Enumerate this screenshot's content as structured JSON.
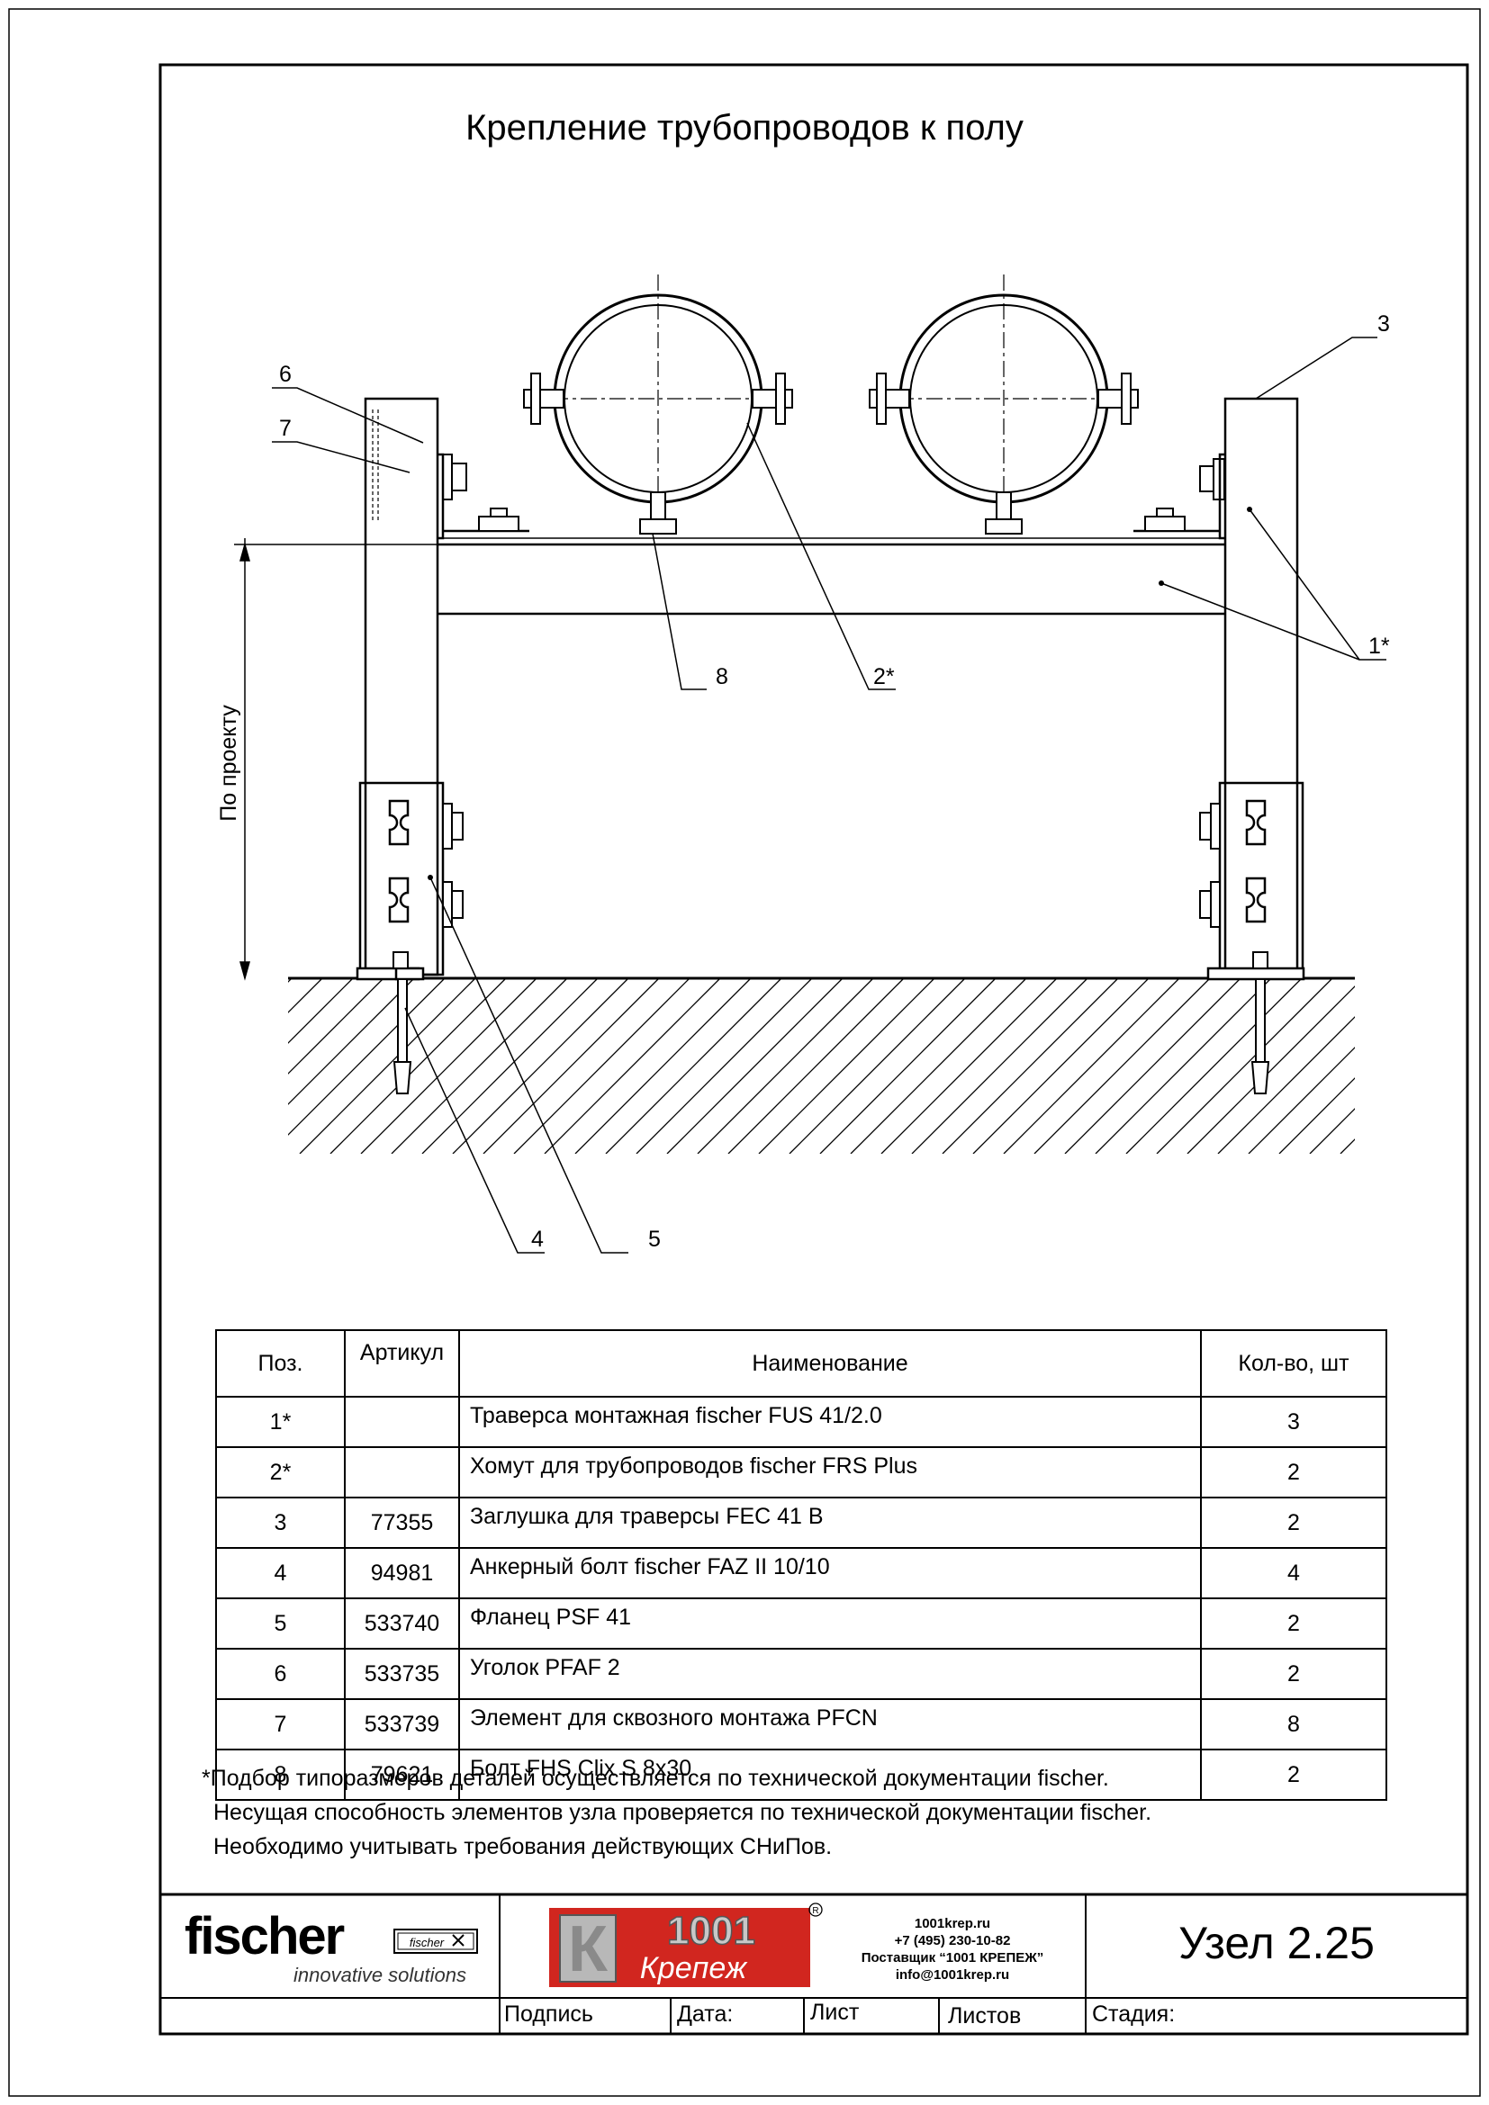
{
  "drawing": {
    "title": "Крепление трубопроводов к полу",
    "dimension_label": "По проекту",
    "callouts": [
      "1*",
      "2*",
      "3",
      "4",
      "5",
      "6",
      "7",
      "8"
    ]
  },
  "spec_table": {
    "headers": [
      "Поз.",
      "Артикул",
      "Наименование",
      "Кол-во, шт"
    ],
    "rows": [
      {
        "pos": "1*",
        "article": "",
        "name": "Траверса монтажная fischer FUS 41/2.0",
        "qty": "3"
      },
      {
        "pos": "2*",
        "article": "",
        "name": "Хомут для трубопроводов fischer FRS Plus",
        "qty": "2"
      },
      {
        "pos": "3",
        "article": "77355",
        "name": "Заглушка для траверсы FEC 41 B",
        "qty": "2"
      },
      {
        "pos": "4",
        "article": "94981",
        "name": "Анкерный болт fischer FAZ II 10/10",
        "qty": "4"
      },
      {
        "pos": "5",
        "article": "533740",
        "name": "Фланец PSF 41",
        "qty": "2"
      },
      {
        "pos": "6",
        "article": "533735",
        "name": "Уголок PFAF 2",
        "qty": "2"
      },
      {
        "pos": "7",
        "article": "533739",
        "name": "Элемент для сквозного монтажа PFCN",
        "qty": "8"
      },
      {
        "pos": "8",
        "article": "79621",
        "name": "Болт FHS Clix S 8x30",
        "qty": "2"
      }
    ]
  },
  "notes": [
    "*Подбор типоразмеров деталей осуществляется по технической документации fischer.",
    "Несущая способность элементов узла проверяется по технической документации fischer.",
    "Необходимо учитывать требования действующих СНиПов."
  ],
  "title_block": {
    "brand": "fischer",
    "brand_badge": "fischer",
    "tagline": "innovative solutions",
    "supplier_logo_top": "1001",
    "supplier_logo_bottom": "Крепеж",
    "contacts": [
      "1001krep.ru",
      "+7 (495) 230-10-82",
      "Поставщик “1001 КРЕПЕЖ”",
      "info@1001krep.ru"
    ],
    "node_label": "Узел 2.25",
    "fields": [
      "Подпись",
      "Дата:",
      "Лист",
      "Листов",
      "Стадия:"
    ]
  }
}
